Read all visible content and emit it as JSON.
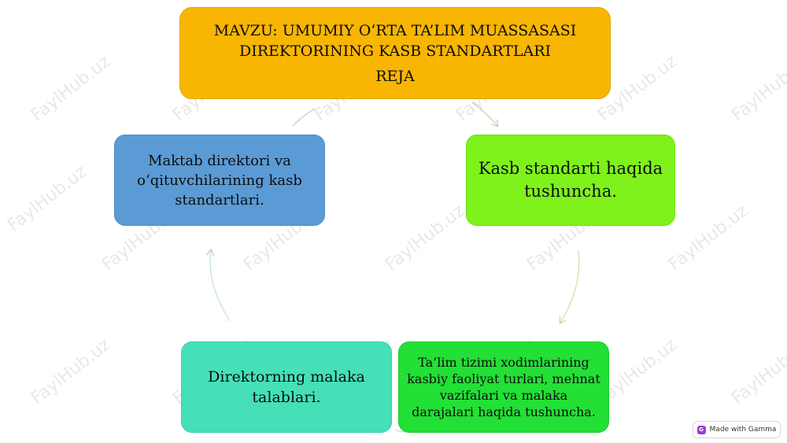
{
  "title": {
    "line1": "MAVZU: UMUMIY O‘RTA TA’LIM MUASSASASI",
    "line2": "DIREKTORINING KASB STANDARTLARI",
    "line3": "REJA"
  },
  "nodes": {
    "top_left": "Maktab direktori va o‘qituvchilarining kasb standartlari.",
    "top_right": "Kasb standarti haqida tushuncha.",
    "bottom_right": "Ta’lim tizimi xodimlarining kasbiy faoliyat turlari, mehnat vazifalari va malaka darajalari haqida tushuncha.",
    "bottom_left": "Direktorning malaka talablari."
  },
  "colors": {
    "title": "#f8b603",
    "top_left": "#5b9bd5",
    "top_right": "#7ff21c",
    "bottom_right": "#22e035",
    "bottom_left": "#45e0b7"
  },
  "watermark": "FaylHub.uz",
  "badge": {
    "icon": "gamma-logo-icon",
    "label": "Made with Gamma"
  }
}
